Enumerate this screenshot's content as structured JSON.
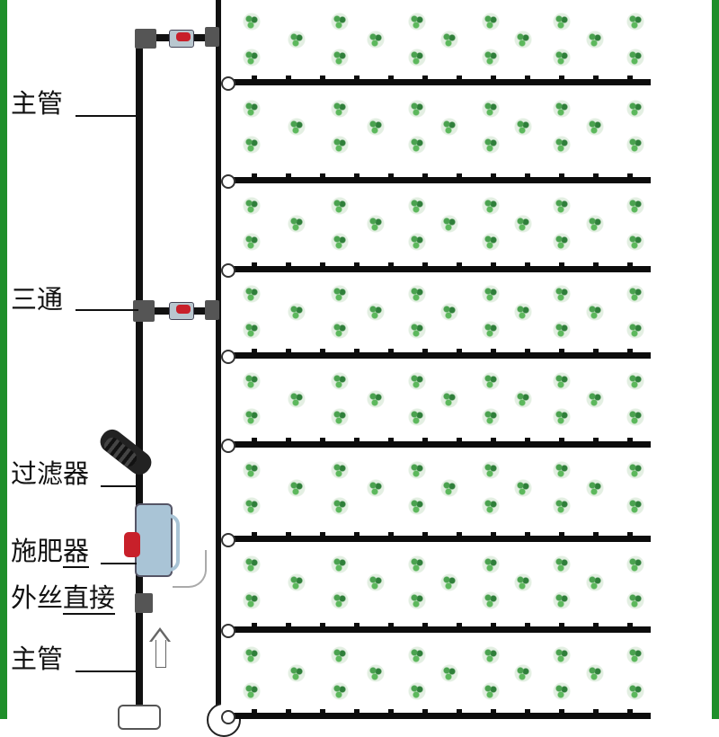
{
  "labels": {
    "main_pipe_top": "主管",
    "tee": "三通",
    "filter": "过滤器",
    "fertilizer_injector_1": "施肥",
    "fertilizer_injector_2": "器",
    "adapter_1": "外丝",
    "adapter_2": "直接",
    "main_pipe_bottom": "主管"
  },
  "colors": {
    "frame": "#1f8f2a",
    "pipe": "#111111",
    "valve_handle": "#c8202a",
    "plant": "#4aa24f"
  },
  "icons": [
    "valve-icon",
    "tee-icon",
    "filter-icon",
    "fertilizer-injector-icon",
    "flow-arrow-icon",
    "plant-icon"
  ]
}
